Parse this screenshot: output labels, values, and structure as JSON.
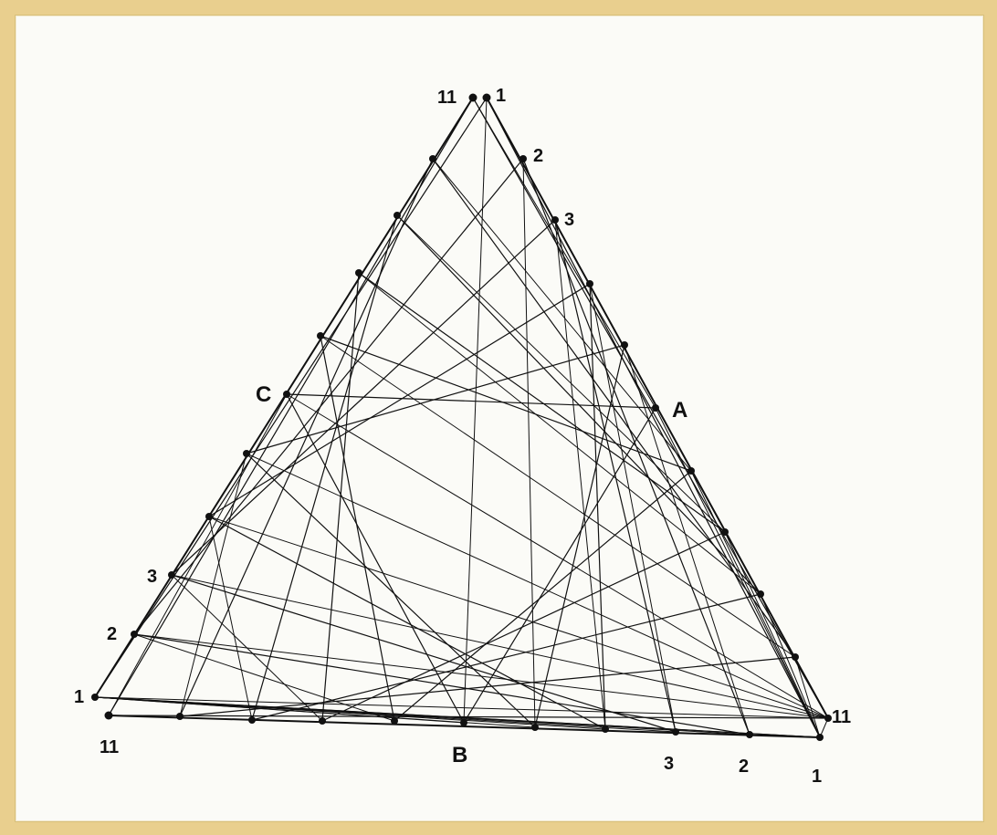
{
  "colors": {
    "border": "#e9cf8e",
    "paper": "#fbfbf7",
    "ink": "#111111"
  },
  "labels": {
    "top_left": "11",
    "top_right": "1",
    "right_2": "2",
    "right_3": "3",
    "right_a": "A",
    "left_c": "C",
    "left_3": "3",
    "left_2": "2",
    "left_1": "1",
    "bottom_11": "11",
    "bottom_b": "B",
    "bottom_3": "3",
    "bottom_2": "2",
    "bottom_1": "1",
    "right_11": "11"
  }
}
